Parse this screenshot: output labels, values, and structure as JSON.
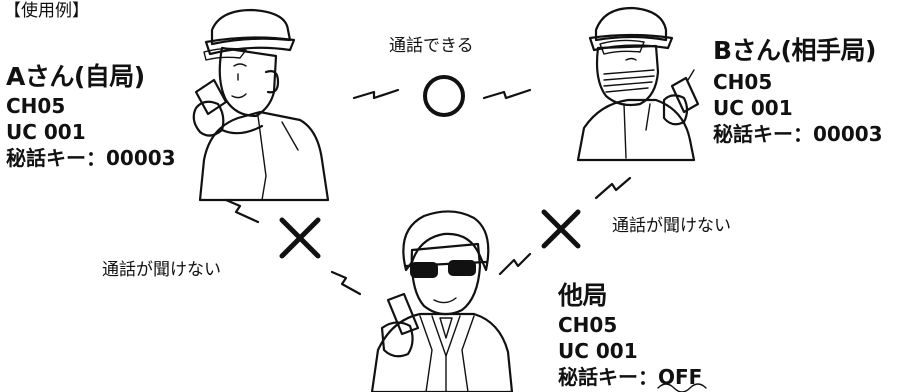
{
  "header": {
    "label": "【使用例】"
  },
  "station_a": {
    "name": "Aさん(自局)",
    "channel": "CH05",
    "uc": "UC 001",
    "secret": "秘話キー：00003"
  },
  "station_b": {
    "name": "Bさん(相手局)",
    "channel": "CH05",
    "uc": "UC 001",
    "secret": "秘話キー：00003"
  },
  "other": {
    "name": "他局",
    "channel": "CH05",
    "uc": "UC 001",
    "secret_label": "秘話キー：",
    "secret_value": "OFF"
  },
  "links": {
    "a_b": {
      "caption": "通話できる",
      "result": "success"
    },
    "a_other": {
      "caption": "通話が聞けない",
      "result": "fail"
    },
    "b_other": {
      "caption": "通話が聞けない",
      "result": "fail"
    }
  },
  "colors": {
    "ink": "#111111",
    "uniform": "#c8c8c8",
    "skin": "#ffffff"
  },
  "icons": [
    "officer-a-illustration",
    "officer-b-illustration",
    "eavesdropper-illustration",
    "circle-ok-icon",
    "cross-ng-icon",
    "lightning-icon"
  ]
}
